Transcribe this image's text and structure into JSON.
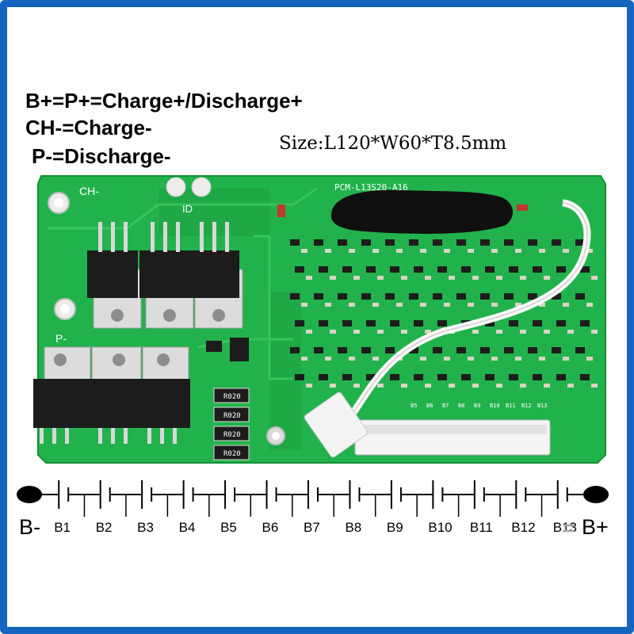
{
  "legend": {
    "line1": "B+=P+=Charge+/Discharge+",
    "line2": "CH-=Charge-",
    "line3": "P-=Discharge-"
  },
  "size_text": "Size:L120*W60*T8.5mm",
  "board": {
    "model": "PCM-L13S20-A16",
    "ch_label": "CH-",
    "p_label": "P-",
    "id_label": "ID",
    "resistor_label": "R020",
    "pin_labels": [
      "B5",
      "B6",
      "B7",
      "B8",
      "B9",
      "B10",
      "B11",
      "B12",
      "B13"
    ]
  },
  "terminals": {
    "negative": "B-",
    "positive": "B+",
    "equals": "="
  },
  "cells": [
    "B1",
    "B2",
    "B3",
    "B4",
    "B5",
    "B6",
    "B7",
    "B8",
    "B9",
    "B10",
    "B11",
    "B12",
    "B13"
  ],
  "colors": {
    "frame": "#1565c0",
    "pcb": "#22b24c",
    "pcb_dark": "#139a3a"
  }
}
